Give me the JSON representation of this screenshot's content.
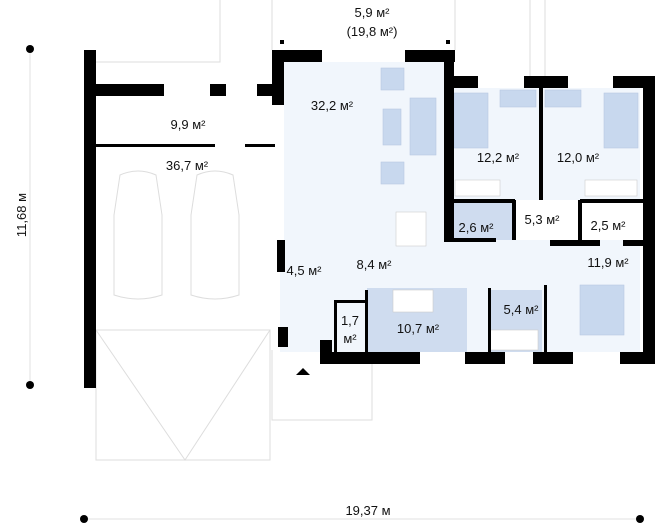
{
  "dimensions": {
    "terrace_area": "5,9 м²",
    "terrace_area_total": "(19,8 м²)",
    "height": "11,68 м",
    "width": "19,37 м"
  },
  "rooms": [
    {
      "id": "boiler",
      "area": "9,9 м²"
    },
    {
      "id": "garage",
      "area": "36,7 м²"
    },
    {
      "id": "living",
      "area": "32,2 м²"
    },
    {
      "id": "bedroom-1",
      "area": "12,2 м²"
    },
    {
      "id": "bedroom-2",
      "area": "12,0 м²"
    },
    {
      "id": "wc",
      "area": "2,6 м²"
    },
    {
      "id": "hall",
      "area": "5,3 м²"
    },
    {
      "id": "closet",
      "area": "2,5 м²"
    },
    {
      "id": "corridor",
      "area": "8,4 м²"
    },
    {
      "id": "master-bedroom",
      "area": "11,9 м²"
    },
    {
      "id": "vestibule",
      "area": "4,5 м²"
    },
    {
      "id": "storage",
      "area_value": "1,7",
      "area_unit": "м²"
    },
    {
      "id": "kitchen",
      "area": "10,7 м²"
    },
    {
      "id": "bathroom",
      "area": "5,4 м²"
    }
  ],
  "colors": {
    "wall": "#000000",
    "room_light": "#f1f6fc",
    "room_wet": "#cfdcef",
    "furniture": "#c8d8ee"
  }
}
